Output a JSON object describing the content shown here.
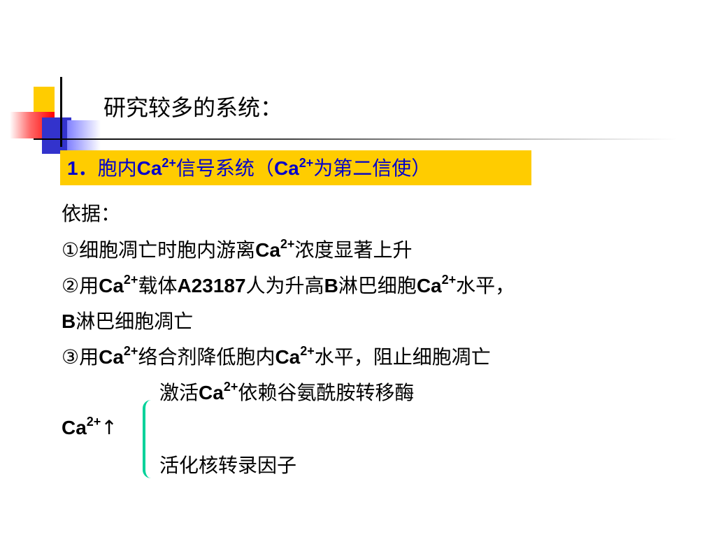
{
  "title": "研究较多的系统：",
  "banner": {
    "num": "1．",
    "t1": "胞内",
    "ca1": "Ca",
    "sup1": "2+",
    "t2": "信号系统（",
    "ca2": "Ca",
    "sup2": "2+",
    "t3": "为第二信使）"
  },
  "basis": "依据：",
  "item1": {
    "pre": "①细胞凋亡时胞内游离",
    "ca": "Ca",
    "sup": "2+",
    "post": "浓度显著上升"
  },
  "item2": {
    "pre": "②用",
    "ca1": "Ca",
    "sup1": "2+",
    "mid1": "载体",
    "a23187": "A23187",
    "mid2": "人为升高",
    "b": "B",
    "mid3": "淋巴细胞",
    "ca2": "Ca",
    "sup2": "2+",
    "post": "水平，"
  },
  "item2b": {
    "b": "B",
    "post": "淋巴细胞凋亡"
  },
  "item3": {
    "pre": "③用",
    "ca1": "Ca",
    "sup1": "2+",
    "mid": "络合剂降低胞内",
    "ca2": "Ca",
    "sup2": "2+",
    "post": "水平，阻止细胞凋亡"
  },
  "effect1": {
    "pre": "激活",
    "ca": "Ca",
    "sup": "2+",
    "post": "依赖谷氨酰胺转移酶"
  },
  "ca_up": {
    "ca": "Ca",
    "sup": "2+",
    "arrow": "↑"
  },
  "effect2": "活化核转录因子",
  "colors": {
    "banner_bg": "#ffcc00",
    "banner_text": "#0000cc",
    "brace": "#00d29a"
  }
}
